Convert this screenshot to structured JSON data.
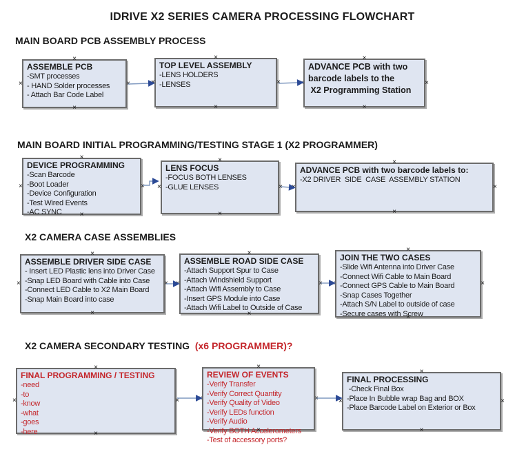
{
  "page_title": "IDRIVE X2  SERIES CAMERA PROCESSING FLOWCHART",
  "sections": {
    "s1": "MAIN BOARD PCB ASSEMBLY PROCESS",
    "s2": "MAIN BOARD INITIAL PROGRAMMING/TESTING STAGE 1 (X2 PROGRAMMER)",
    "s3": "X2 CAMERA CASE ASSEMBLIES",
    "s4_black": "X2 CAMERA SECONDARY TESTING ",
    "s4_red": " (x6 PROGRAMMER)?"
  },
  "colors": {
    "box_fill": "#dfe5f1",
    "box_border": "#6b6b6b",
    "red_text": "#c4262b",
    "arrow_line": "#7f98bf",
    "arrow_head": "#2c4a96"
  },
  "boxes": {
    "assemble_pcb": {
      "title": "ASSEMBLE PCB",
      "items": [
        "-SMT processes",
        "- HAND Solder processes",
        "- Attach Bar Code Label"
      ]
    },
    "top_level_assembly": {
      "title": "TOP LEVEL ASSEMBLY",
      "items": [
        "-LENS HOLDERS",
        "-LENSES"
      ]
    },
    "advance_pcb_station": {
      "title": "ADVANCE PCB with two\nbarcode labels to the\n X2 Programming Station",
      "items": []
    },
    "device_programming": {
      "title": "DEVICE PROGRAMMING",
      "items": [
        "-Scan Barcode",
        "-Boot Loader",
        "-Device Configuration",
        "-Test Wired Events",
        "-AC SYNC"
      ]
    },
    "lens_focus": {
      "title": "LENS FOCUS",
      "items": [
        "-FOCUS BOTH LENSES",
        "-GLUE LENSES"
      ]
    },
    "advance_pcb_driver": {
      "title": "ADVANCE PCB with two barcode labels to:",
      "items": [
        "-X2 DRIVER  SIDE  CASE  ASSEMBLY STATION"
      ]
    },
    "assemble_driver_case": {
      "title": "ASSEMBLE DRIVER SIDE CASE",
      "items": [
        "- Insert LED Plastic lens into Driver Case",
        "-Snap LED Board with Cable into Case",
        "-Connect LED Cable to X2 Main Board",
        "-Snap Main Board into case"
      ]
    },
    "assemble_road_case": {
      "title": "ASSEMBLE ROAD SIDE CASE",
      "items": [
        "-Attach Support Spur to Case",
        "-Attach Windshield Support",
        "-Attach Wifi Assembly to Case",
        "-Insert GPS Module into Case",
        "-Attach Wifi Label to Outside of Case"
      ]
    },
    "join_two_cases": {
      "title": "JOIN THE TWO CASES",
      "items": [
        "-Slide Wifi Antenna into Driver Case",
        "-Connect Wifi Cable to Main Board",
        "-Connect GPS Cable to Main Board",
        "-Snap Cases Together",
        "-Attach S/N Label to outside of case",
        "-Secure cases with Screw"
      ]
    },
    "final_programming": {
      "title": "FINAL PROGRAMMING / TESTING",
      "items": [
        "-need",
        "-to",
        "-know",
        "-what",
        "-goes",
        "-here"
      ]
    },
    "review_of_events": {
      "title": "REVIEW OF EVENTS",
      "items": [
        "-Verify Transfer",
        "-Verify Correct Quantity",
        "-Verify Quality of Video",
        "-Verify LEDs function",
        "-Verify Audio",
        "-Verify BOTH Accelerometers",
        "-Test of accessory ports?"
      ]
    },
    "final_processing": {
      "title": "FINAL PROCESSING",
      "items": [
        " -Check Final Box",
        "-Place In Bubble wrap Bag and BOX",
        "-Place Barcode Label on Exterior or Box"
      ]
    }
  }
}
